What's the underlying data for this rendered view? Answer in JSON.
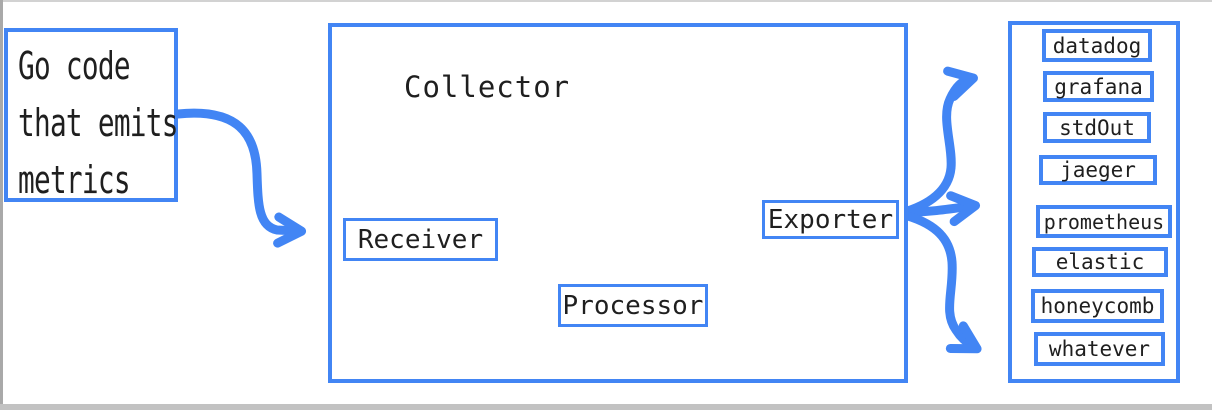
{
  "page": {
    "accent_color": "#4285f4",
    "text_color": "#1f1f1f",
    "chrome_gray": "#c2c2c2"
  },
  "source_box": {
    "text": "Go code\nthat emits\nmetrics"
  },
  "collector": {
    "title": "Collector",
    "stages": [
      {
        "label": "Receiver"
      },
      {
        "label": "Processor"
      },
      {
        "label": "Exporter"
      }
    ]
  },
  "destinations": {
    "items": [
      "datadog",
      "grafana",
      "stdOut",
      "jaeger",
      "prometheus",
      "elastic",
      "honeycomb",
      "whatever"
    ]
  }
}
